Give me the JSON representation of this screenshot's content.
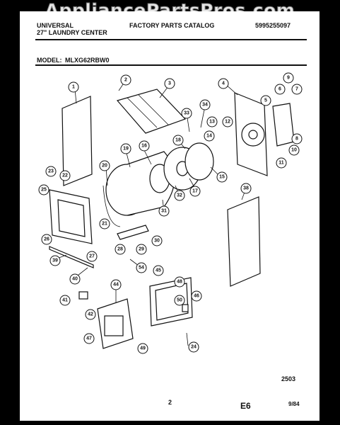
{
  "watermark": "AppliancePartsPros.com",
  "header": {
    "brand": "UNIVERSAL",
    "product": "27\" LAUNDRY CENTER",
    "catalog": "FACTORY PARTS CATALOG",
    "doc_number": "5995255097"
  },
  "model": {
    "label": "MODEL:",
    "value": "MLXG62RBW0"
  },
  "footer": {
    "figure_number": "2503",
    "page": "2",
    "section": "E6",
    "date": "9/84"
  },
  "callouts": [
    "1",
    "2",
    "3",
    "4",
    "5",
    "6",
    "7",
    "8",
    "9",
    "10",
    "11",
    "12",
    "13",
    "14",
    "15",
    "16",
    "17",
    "18",
    "19",
    "20",
    "21",
    "22",
    "23",
    "24",
    "25",
    "26",
    "27",
    "28",
    "29",
    "30",
    "31",
    "32",
    "33",
    "34",
    "38",
    "39",
    "40",
    "41",
    "42",
    "44",
    "45",
    "46",
    "47",
    "48",
    "49",
    "50",
    "54"
  ]
}
